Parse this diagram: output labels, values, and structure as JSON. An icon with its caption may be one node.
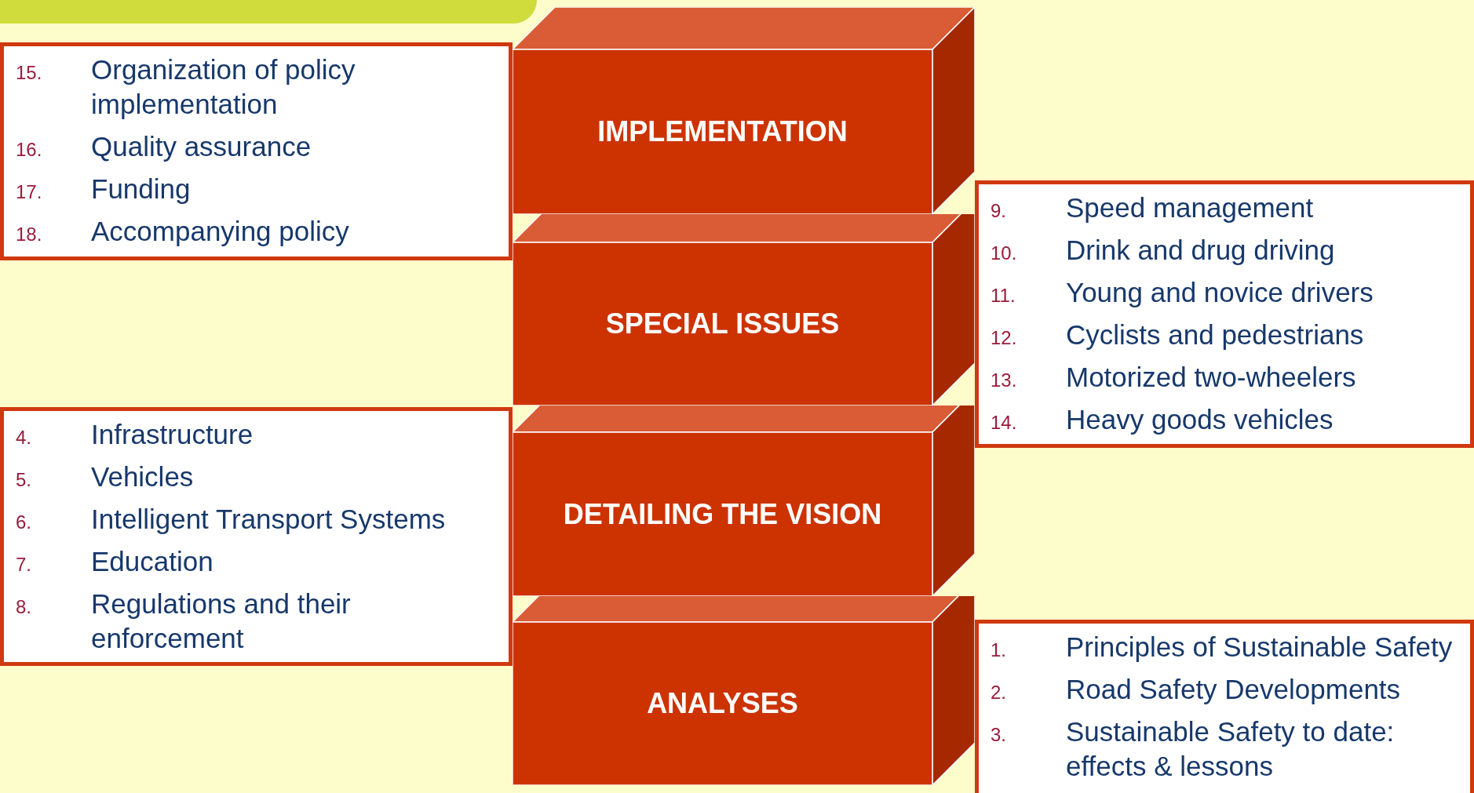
{
  "diagram": {
    "nodes": [
      {
        "text": [],
        "shape": "bar"
      },
      {
        "text": [
          "15.",
          "Organization of policy implementation",
          "16.",
          "Quality assurance",
          "17.",
          "Funding",
          "18.",
          "Accompanying policy"
        ]
      },
      {
        "text": [
          "IMPLEMENTATION"
        ]
      },
      {
        "text": [
          "9.",
          "Speed management",
          "10.",
          "Drink and drug driving",
          "11.",
          "Young and novice drivers",
          "12.",
          "Cyclists and pedestrians",
          "13.",
          "Motorized two-wheelers",
          "14.",
          "Heavy goods vehicles"
        ]
      },
      {
        "text": [
          "SPECIAL ISSUES"
        ]
      },
      {
        "text": [
          "4.",
          "Infrastructure",
          "5.",
          "Vehicles",
          "6.",
          "Intelligent Transport Systems",
          "7.",
          "Education",
          "8.",
          "Regulations and their enforcement"
        ]
      },
      {
        "text": [
          "DETAILING THE VISION"
        ]
      },
      {
        "text": [
          "ANALYSES"
        ]
      },
      {
        "text": [
          "1.",
          "Principles of Sustainable Safety",
          "2.",
          "Road Safety Developments",
          "3.",
          "Sustainable Safety to date: effects & lessons"
        ]
      }
    ]
  }
}
